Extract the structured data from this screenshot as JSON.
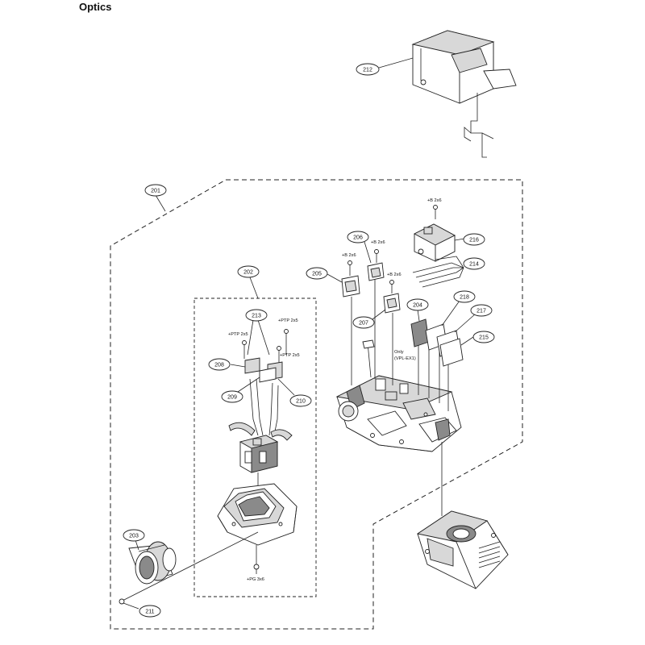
{
  "title": "Optics",
  "callouts": {
    "c201": "201",
    "c202": "202",
    "c203": "203",
    "c204": "204",
    "c205": "205",
    "c206": "206",
    "c207": "207",
    "c208": "208",
    "c209": "209",
    "c210": "210",
    "c211": "211",
    "c212": "212",
    "c213": "213",
    "c214": "214",
    "c215": "215",
    "c216": "216",
    "c217": "217",
    "c218": "218"
  },
  "screw_labels": {
    "b2x6_top": "+B 2x6",
    "b2x6_205": "+B 2x6",
    "b2x6_206": "+B 2x6",
    "b2x6_207": "+B 2x6",
    "ptp2x5_left": "+PTP 2x5",
    "ptp2x5_top": "+PTP 2x5",
    "ptp2x5_right": "+PTP 2x5",
    "pg3x6": "+PG 3x6"
  },
  "notes": {
    "only_line1": "Only",
    "only_line2": "(VPL-EX1)"
  }
}
